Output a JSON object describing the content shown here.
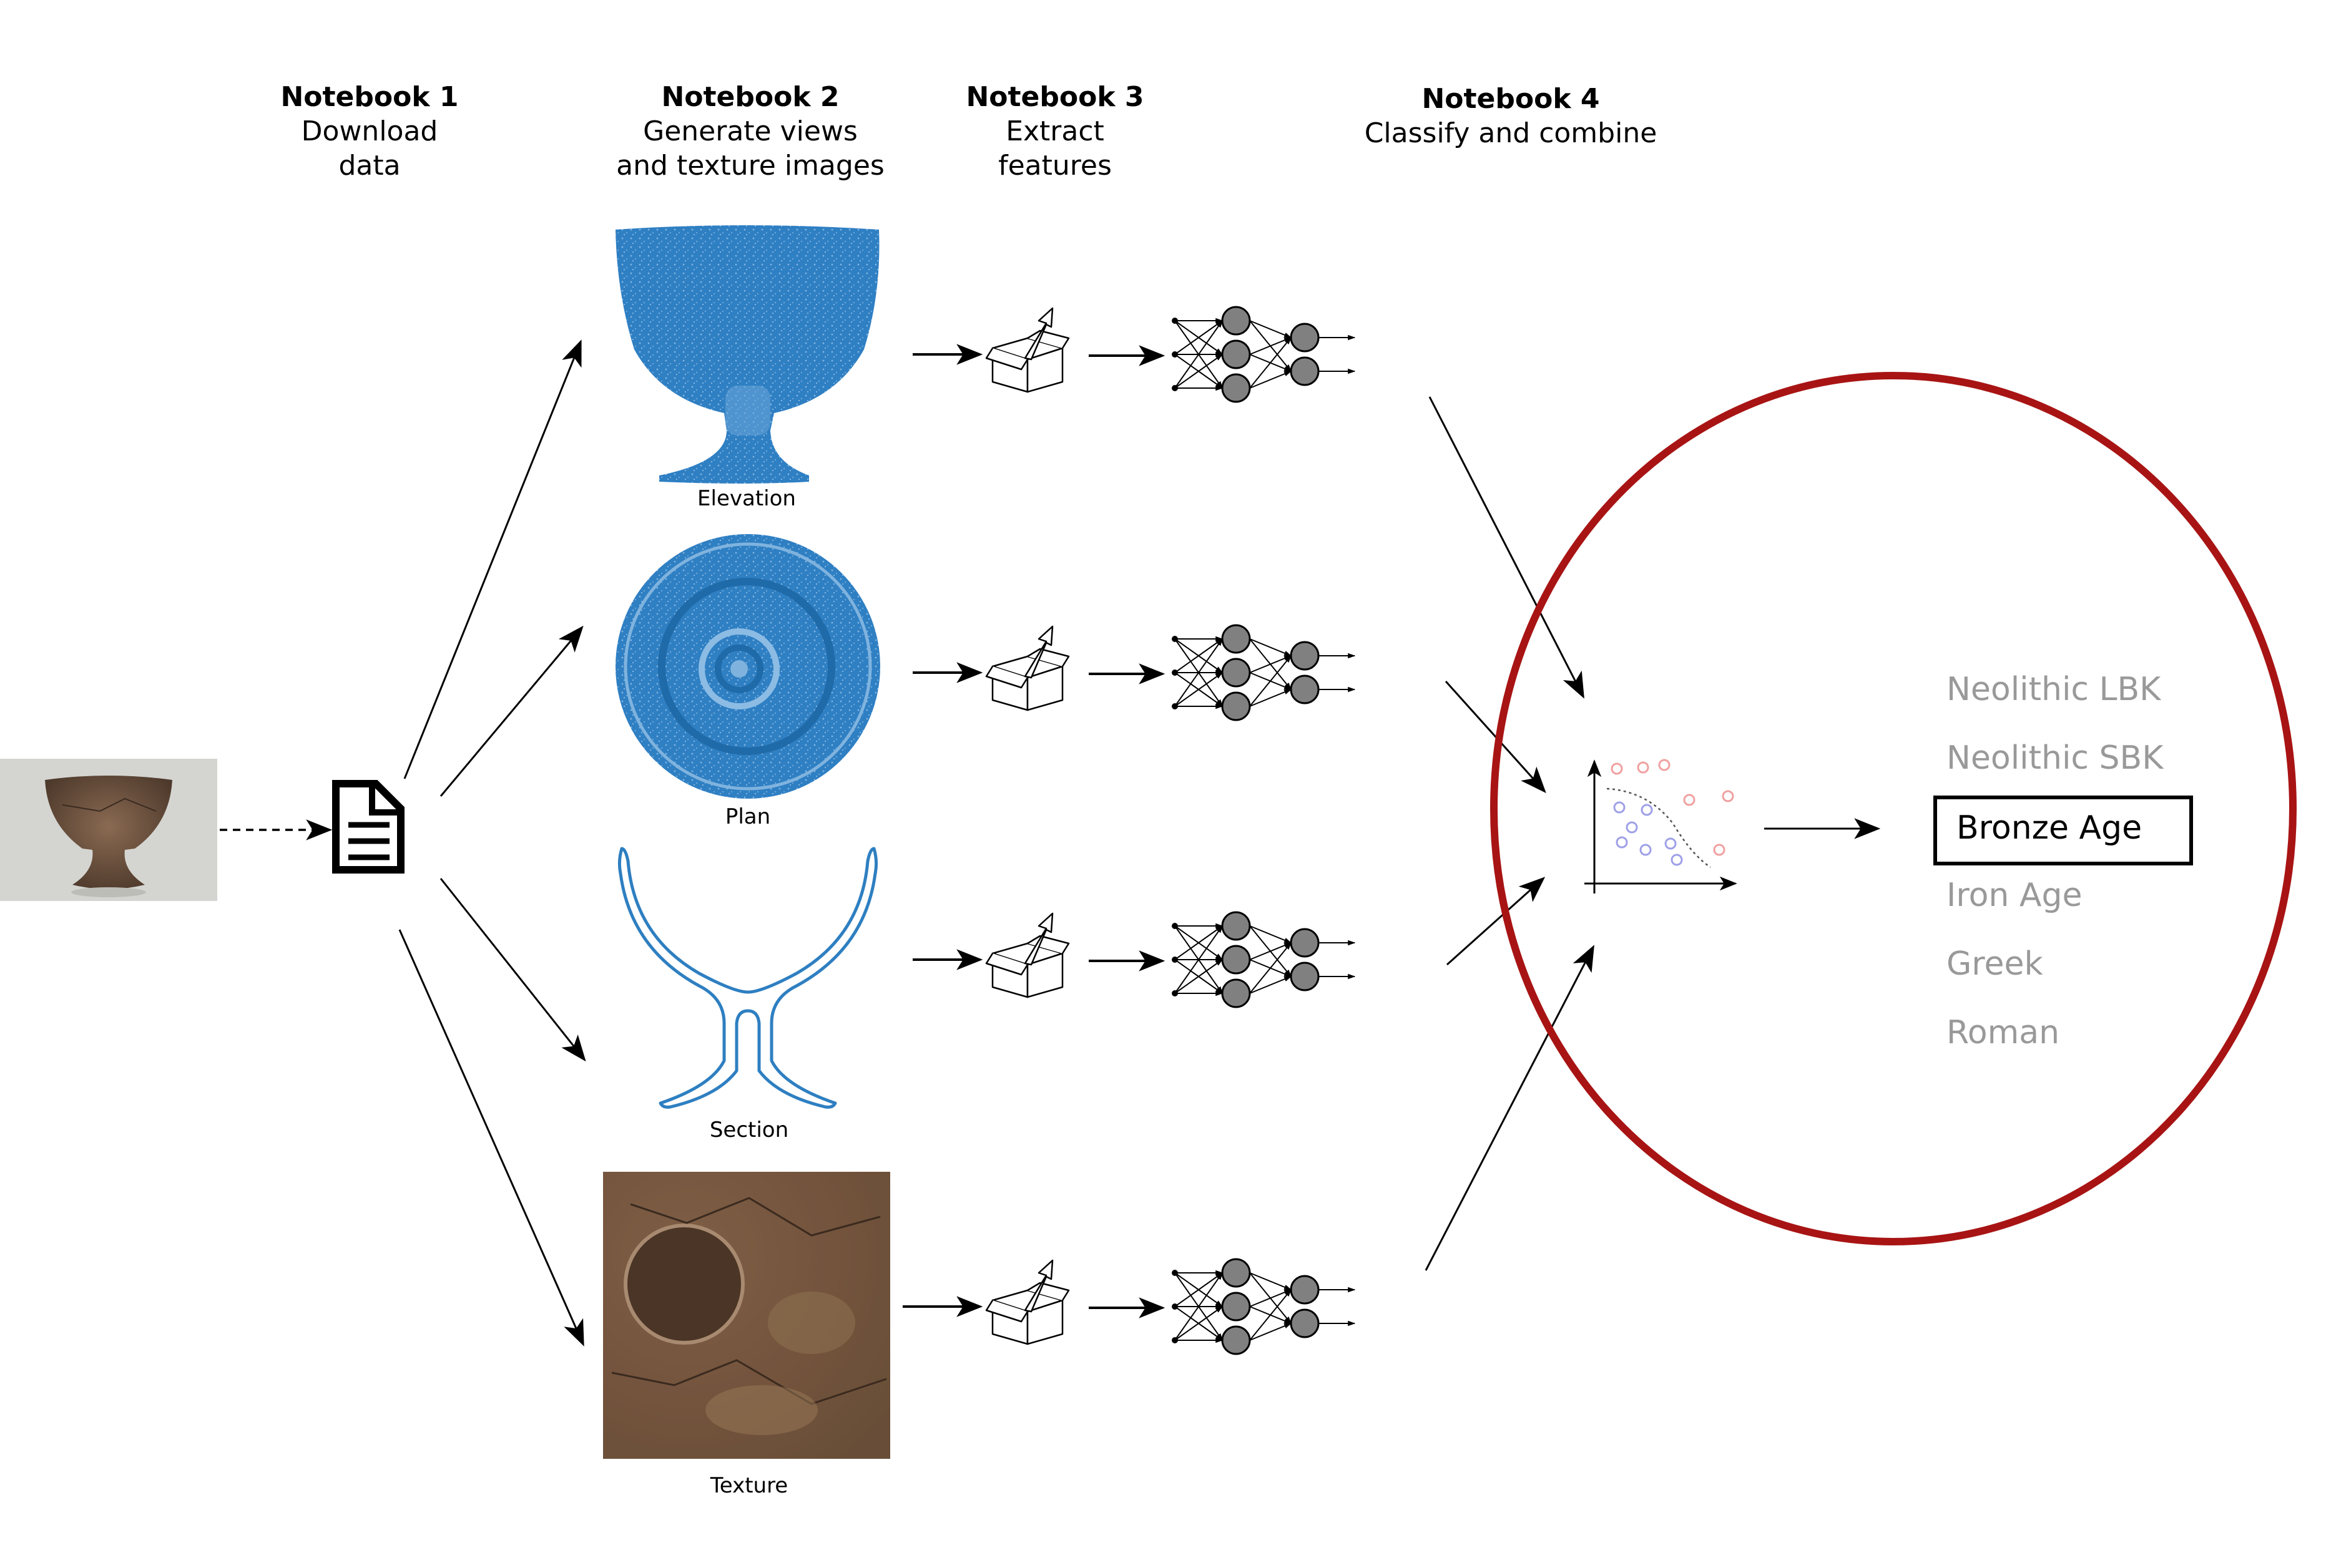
{
  "headers": [
    {
      "title": "Notebook 1",
      "lines": [
        "Download",
        "data"
      ]
    },
    {
      "title": "Notebook 2",
      "lines": [
        "Generate views",
        "and texture images"
      ]
    },
    {
      "title": "Notebook 3",
      "lines": [
        "Extract",
        "features"
      ]
    },
    {
      "title": "Notebook 4",
      "lines": [
        "Classify and combine"
      ]
    }
  ],
  "views": [
    {
      "label": "Elevation",
      "icon": "elevation-view-icon"
    },
    {
      "label": "Plan",
      "icon": "plan-view-icon"
    },
    {
      "label": "Section",
      "icon": "section-view-icon"
    },
    {
      "label": "Texture",
      "icon": "texture-image-icon"
    }
  ],
  "icons": {
    "input": "pottery-photo-icon",
    "data": "document-icon",
    "extract": "feature-extraction-box-icon",
    "classifier": "neural-network-icon",
    "combine": "scatter-plot-classifier-icon"
  },
  "classes": [
    {
      "label": "Neolithic LBK",
      "selected": false
    },
    {
      "label": "Neolithic SBK",
      "selected": false
    },
    {
      "label": "Bronze Age",
      "selected": true
    },
    {
      "label": "Iron Age",
      "selected": false
    },
    {
      "label": "Greek",
      "selected": false
    },
    {
      "label": "Roman",
      "selected": false
    }
  ],
  "colors": {
    "view_blue": "#2e7fc1",
    "highlight_circle": "#a81414",
    "class_inactive": "#999999",
    "class_active": "#000000",
    "node_fill": "#808080",
    "scatter_red": "#f0a0a0",
    "scatter_blue": "#9fa0e8"
  }
}
